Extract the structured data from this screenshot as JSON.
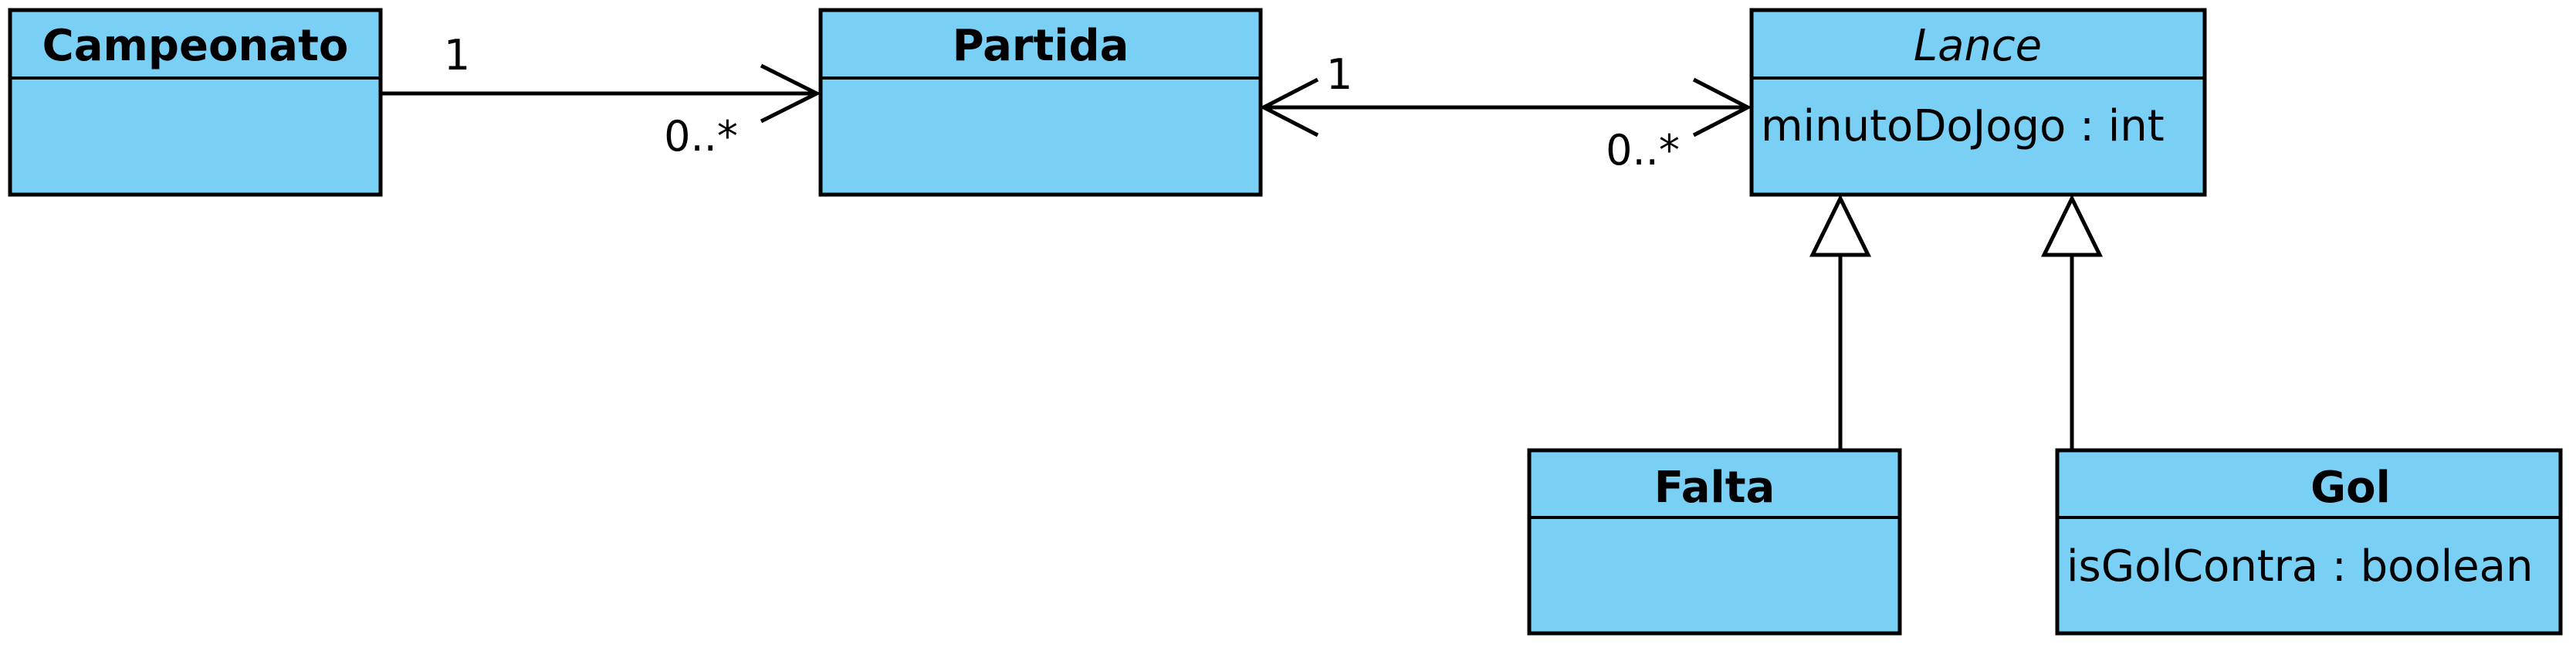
{
  "classes": {
    "campeonato": {
      "name": "Campeonato",
      "attributes": []
    },
    "partida": {
      "name": "Partida",
      "attributes": []
    },
    "lance": {
      "name": "Lance",
      "abstract": true,
      "attributes": [
        "minutoDoJogo : int"
      ]
    },
    "falta": {
      "name": "Falta",
      "attributes": []
    },
    "gol": {
      "name": "Gol",
      "attributes": [
        "isGolContra : boolean"
      ]
    }
  },
  "relations": {
    "campeonato_partida": {
      "type": "directed-association",
      "source": "Campeonato",
      "target": "Partida",
      "source_multiplicity": "1",
      "target_multiplicity": "0..*"
    },
    "partida_lance": {
      "type": "bidirectional-association",
      "source": "Partida",
      "target": "Lance",
      "source_multiplicity": "1",
      "target_multiplicity": "0..*"
    },
    "falta_lance": {
      "type": "generalization",
      "child": "Falta",
      "parent": "Lance"
    },
    "gol_lance": {
      "type": "generalization",
      "child": "Gol",
      "parent": "Lance"
    }
  },
  "colors": {
    "class_fill": "#7ACFF4",
    "stroke": "#000000",
    "arrowhead_fill": "#FFFFFF"
  }
}
